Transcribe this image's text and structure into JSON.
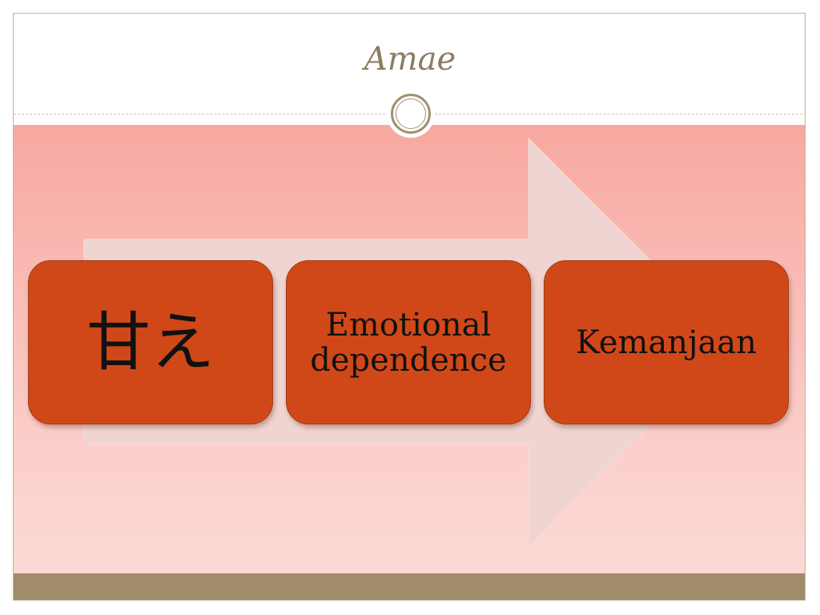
{
  "slide": {
    "title": "Amae"
  },
  "diagram": {
    "steps": [
      {
        "label": "甘え"
      },
      {
        "label": "Emotional dependence"
      },
      {
        "label": "Kemanjaan"
      }
    ]
  },
  "colors": {
    "title": "#8c7c62",
    "box_fill": "#d14818",
    "footer": "#a08c6a",
    "arrow": "#efd4d2"
  }
}
